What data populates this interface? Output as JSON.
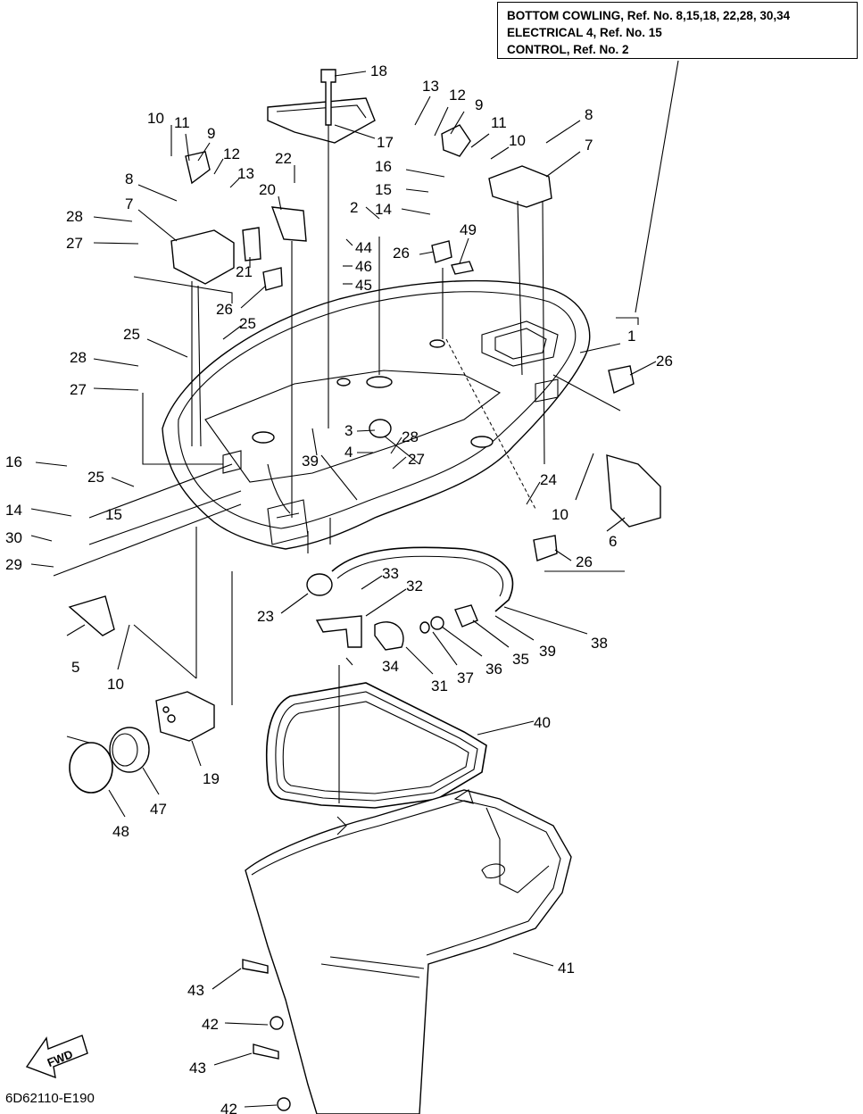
{
  "ref_box": {
    "lines": [
      "BOTTOM COWLING, Ref. No. 8,15,18, 22,28, 30,34",
      "ELECTRICAL 4, Ref. No. 15",
      "CONTROL,   Ref. No. 2"
    ]
  },
  "fwd_label": "FWD",
  "drawing_code": "6D62110-E190",
  "callouts": [
    "1",
    "2",
    "3",
    "4",
    "5",
    "6",
    "7",
    "8",
    "9",
    "10",
    "11",
    "12",
    "13",
    "14",
    "15",
    "16",
    "17",
    "18",
    "19",
    "20",
    "21",
    "22",
    "23",
    "24",
    "25",
    "26",
    "27",
    "28",
    "29",
    "30",
    "31",
    "32",
    "33",
    "34",
    "35",
    "36",
    "37",
    "38",
    "39",
    "40",
    "41",
    "42",
    "43",
    "44",
    "45",
    "46",
    "47",
    "48",
    "49"
  ]
}
